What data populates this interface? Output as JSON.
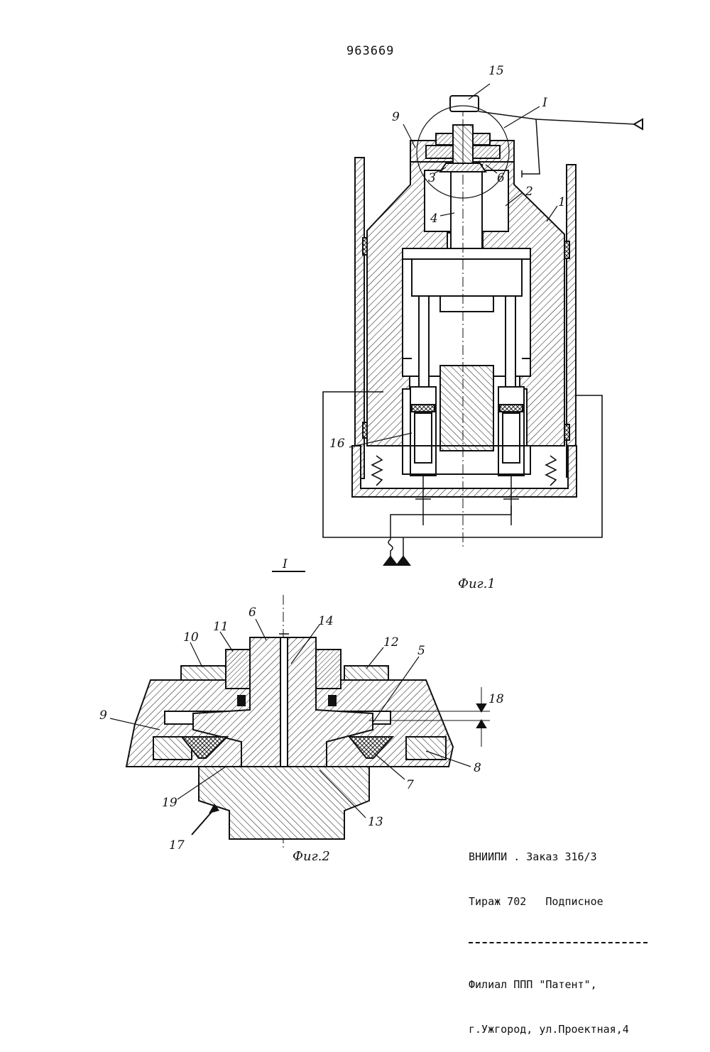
{
  "page_number": "963669",
  "figure1": {
    "caption": "Фиг.1",
    "callouts": [
      "15",
      "I",
      "9",
      "3",
      "6",
      "4",
      "2",
      "1",
      "16"
    ]
  },
  "figure2": {
    "section_label": "I",
    "caption": "Фиг.2",
    "callouts": [
      "6",
      "14",
      "11",
      "10",
      "12",
      "5",
      "18",
      "9",
      "8",
      "7",
      "19",
      "13",
      "17"
    ]
  },
  "imprint": {
    "line1": "ВНИИПИ . Заказ 316/3",
    "line2": "Тираж 702   Подписное",
    "line3": "Филиал ППП \"Патент\",",
    "line4": "г.Ужгород, ул.Проектная,4"
  }
}
